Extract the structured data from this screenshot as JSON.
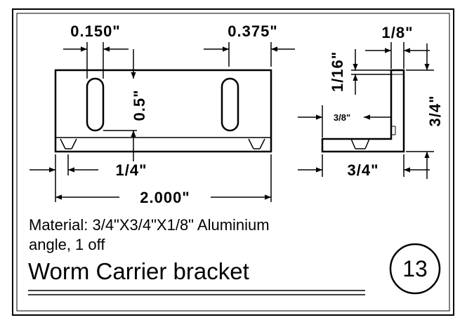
{
  "dimensions": {
    "slot_width": "0.150\"",
    "slot_gap": "0.375\"",
    "slot_height": "0.5\"",
    "edge_offset": "1/4\"",
    "overall_length": "2.000\"",
    "thickness": "1/8\"",
    "lip": "1/16\"",
    "inner_width": "3/8\"",
    "leg_height": "3/4\"",
    "leg_width": "3/4\""
  },
  "notes": {
    "material_line1": "Material: 3/4\"X3/4\"X1/8\" Aluminium",
    "material_line2": "angle, 1 off"
  },
  "title": "Worm Carrier bracket",
  "sheet_number": "13",
  "colors": {
    "ink": "#000000",
    "paper": "#ffffff"
  }
}
